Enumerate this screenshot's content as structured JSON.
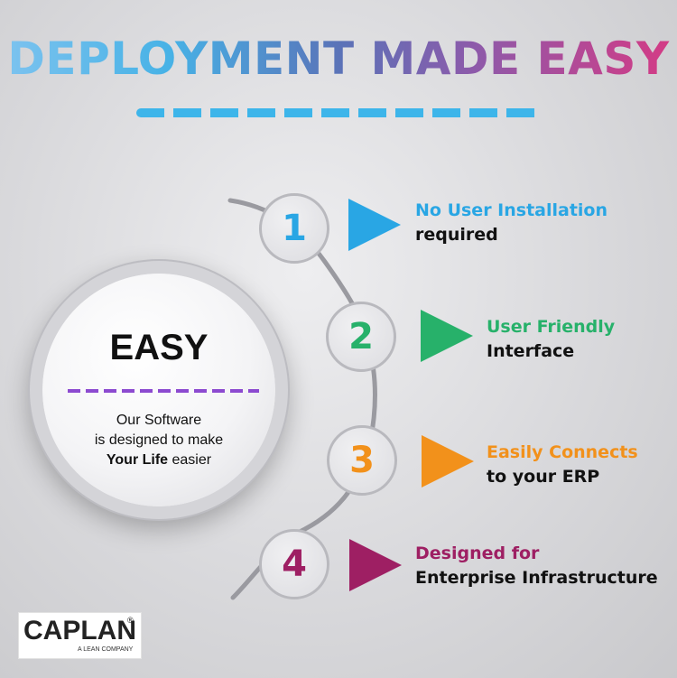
{
  "header": {
    "title": "DEPLOYMENT MADE EASY"
  },
  "center": {
    "heading": "EASY",
    "line1": "Our Software",
    "line2": "is designed to make",
    "line3_bold": "Your Life",
    "line3_rest": " easier"
  },
  "steps": [
    {
      "number": "1",
      "line1": "No User Installation",
      "line2": "required",
      "color": "#29a6e4"
    },
    {
      "number": "2",
      "line1": "User Friendly",
      "line2": "Interface",
      "color": "#27b16a"
    },
    {
      "number": "3",
      "line1": "Easily Connects",
      "line2": "to your ERP",
      "color": "#f2911b"
    },
    {
      "number": "4",
      "line1": "Designed for",
      "line2": "Enterprise Infrastructure",
      "color": "#9e1f63"
    }
  ],
  "logo": {
    "word": "CAPLAN",
    "registered": "®",
    "tagline": "A LEAN COMPANY"
  },
  "colors": {
    "title_gradient": [
      "#7ec3ef",
      "#47b2e6",
      "#5a73b8",
      "#8d5aaa",
      "#d63a84"
    ],
    "dash_blue": "#3db5ea",
    "dash_purple": "#8c4ad0"
  }
}
